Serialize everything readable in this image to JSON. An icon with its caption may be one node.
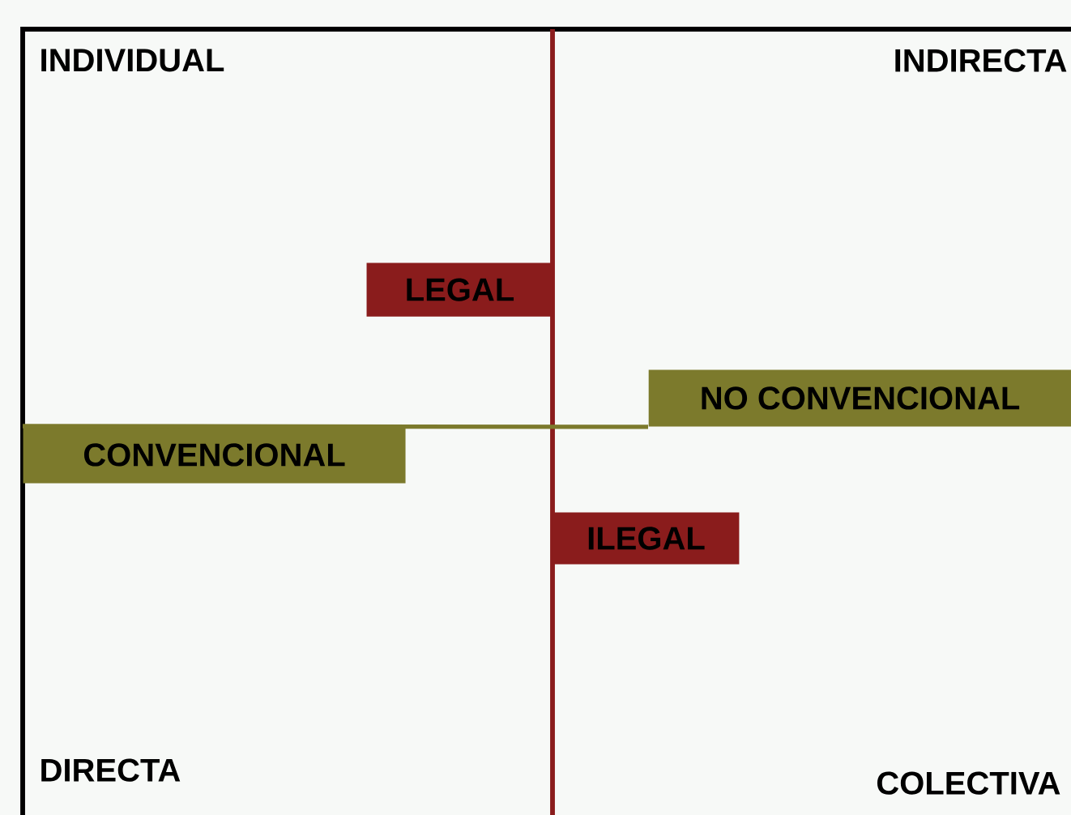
{
  "diagram": {
    "nodes": [
      {
        "text": [
          "LEGAL"
        ]
      },
      {
        "text": [
          "NO CONVENCIONAL"
        ]
      },
      {
        "text": [
          "CONVENCIONAL"
        ]
      },
      {
        "text": [
          "ILEGAL"
        ]
      }
    ],
    "edges": [
      {
        "from": 2,
        "to": 1,
        "arrow": "none"
      }
    ],
    "labels": [
      "INDIVIDUAL",
      "INDIRECTA",
      "DIRECTA",
      "COLECTIVA"
    ]
  }
}
